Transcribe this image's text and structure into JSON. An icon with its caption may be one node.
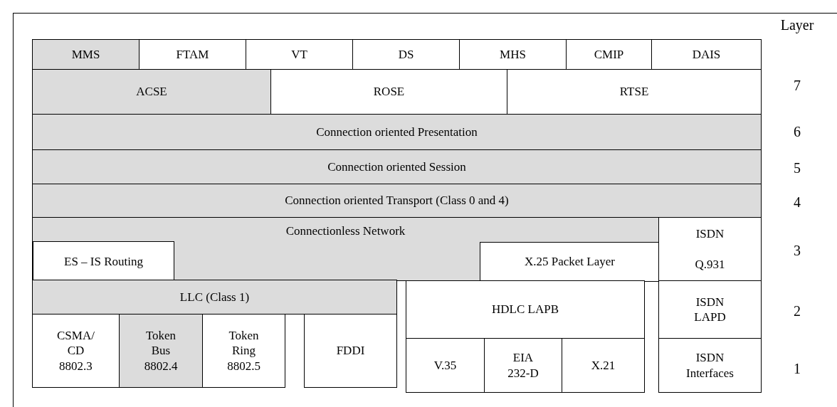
{
  "diagram": {
    "nodes": [
      {
        "text": [
          "MMS"
        ]
      },
      {
        "text": [
          "FTAM"
        ]
      },
      {
        "text": [
          "VT"
        ]
      },
      {
        "text": [
          "DS"
        ]
      },
      {
        "text": [
          "MHS"
        ]
      },
      {
        "text": [
          "CMIP"
        ]
      },
      {
        "text": [
          "DAIS"
        ]
      },
      {
        "text": [
          "ACSE"
        ]
      },
      {
        "text": [
          "ROSE"
        ]
      },
      {
        "text": [
          "RTSE"
        ]
      },
      {
        "text": [
          "Connection oriented Presentation"
        ]
      },
      {
        "text": [
          "Connection oriented Session"
        ]
      },
      {
        "text": [
          "Connection oriented Transport (Class 0 and 4)"
        ]
      },
      {
        "text": [
          "Connectionless Network"
        ]
      },
      {
        "text": [
          "ES – IS Routing"
        ],
        "in": 13
      },
      {
        "text": [
          "X.25 Packet Layer"
        ],
        "in": 13
      },
      {
        "text": [
          "ISDN",
          "Q.931"
        ]
      },
      {
        "text": [
          "LLC (Class 1)"
        ]
      },
      {
        "text": [
          "HDLC LAPB"
        ]
      },
      {
        "text": [
          "ISDN LAPD"
        ]
      },
      {
        "text": [
          "CSMA/ CD 8802.3"
        ]
      },
      {
        "text": [
          "Token Bus 8802.4"
        ]
      },
      {
        "text": [
          "Token Ring 8802.5"
        ]
      },
      {
        "text": [
          "FDDI"
        ]
      },
      {
        "text": [
          "V.35"
        ]
      },
      {
        "text": [
          "EIA 232-D"
        ]
      },
      {
        "text": [
          "X.21"
        ]
      },
      {
        "text": [
          "ISDN Interfaces"
        ]
      }
    ],
    "labels": [
      "Layer",
      "7",
      "6",
      "5",
      "4",
      "3",
      "2",
      "1"
    ]
  }
}
